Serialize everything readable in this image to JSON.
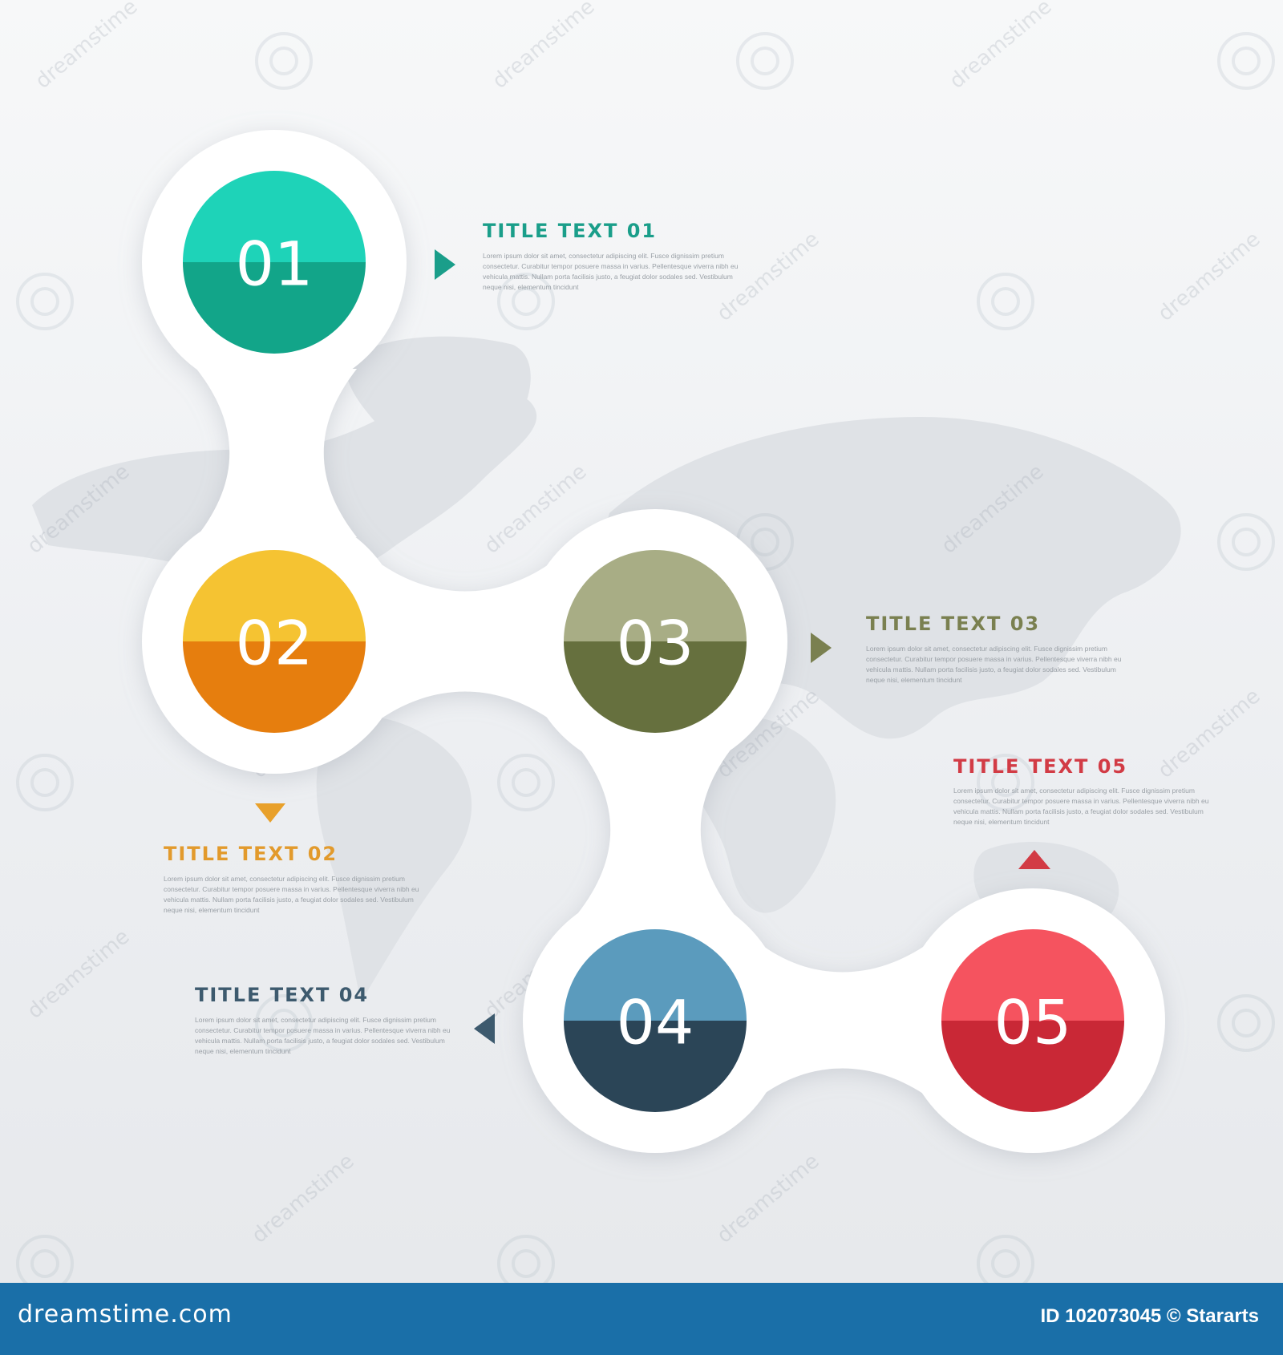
{
  "steps": [
    {
      "number": "01",
      "title": "TITLE TEXT 01",
      "desc": "Lorem ipsum dolor sit amet, consectetur adipiscing elit. Fusce dignissim pretium consectetur. Curabitur tempor posuere massa in varius. Pellentesque viverra nibh eu vehicula mattis. Nullam porta facilisis justo, a feugiat dolor sodales sed. Vestibulum neque nisi, elementum tincidunt",
      "color_top": "#1ed3b8",
      "color_bottom": "#12a589",
      "title_color": "#1a9e8a"
    },
    {
      "number": "02",
      "title": "TITLE TEXT 02",
      "desc": "Lorem ipsum dolor sit amet, consectetur adipiscing elit. Fusce dignissim pretium consectetur. Curabitur tempor posuere massa in varius. Pellentesque viverra nibh eu vehicula mattis. Nullam porta facilisis justo, a feugiat dolor sodales sed. Vestibulum neque nisi, elementum tincidunt",
      "color_top": "#f5c332",
      "color_bottom": "#e67e0e",
      "title_color": "#e29a2c"
    },
    {
      "number": "03",
      "title": "TITLE TEXT 03",
      "desc": "Lorem ipsum dolor sit amet, consectetur adipiscing elit. Fusce dignissim pretium consectetur. Curabitur tempor posuere massa in varius. Pellentesque viverra nibh eu vehicula mattis. Nullam porta facilisis justo, a feugiat dolor sodales sed. Vestibulum neque nisi, elementum tincidunt",
      "color_top": "#a8ad85",
      "color_bottom": "#66703e",
      "title_color": "#7a8050"
    },
    {
      "number": "04",
      "title": "TITLE TEXT 04",
      "desc": "Lorem ipsum dolor sit amet, consectetur adipiscing elit. Fusce dignissim pretium consectetur. Curabitur tempor posuere massa in varius. Pellentesque viverra nibh eu vehicula mattis. Nullam porta facilisis justo, a feugiat dolor sodales sed. Vestibulum neque nisi, elementum tincidunt",
      "color_top": "#5b9bbd",
      "color_bottom": "#2b4557",
      "title_color": "#3d5a6e"
    },
    {
      "number": "05",
      "title": "TITLE TEXT 05",
      "desc": "Lorem ipsum dolor sit amet, consectetur adipiscing elit. Fusce dignissim pretium consectetur. Curabitur tempor posuere massa in varius. Pellentesque viverra nibh eu vehicula mattis. Nullam porta facilisis justo, a feugiat dolor sodales sed. Vestibulum neque nisi, elementum tincidunt",
      "color_top": "#f5535f",
      "color_bottom": "#c92836",
      "title_color": "#d23b45"
    }
  ],
  "watermark": {
    "text": "dreamstime"
  },
  "footer": {
    "site": "dreamstime.com",
    "id_text": "ID 102073045 © Stararts"
  }
}
